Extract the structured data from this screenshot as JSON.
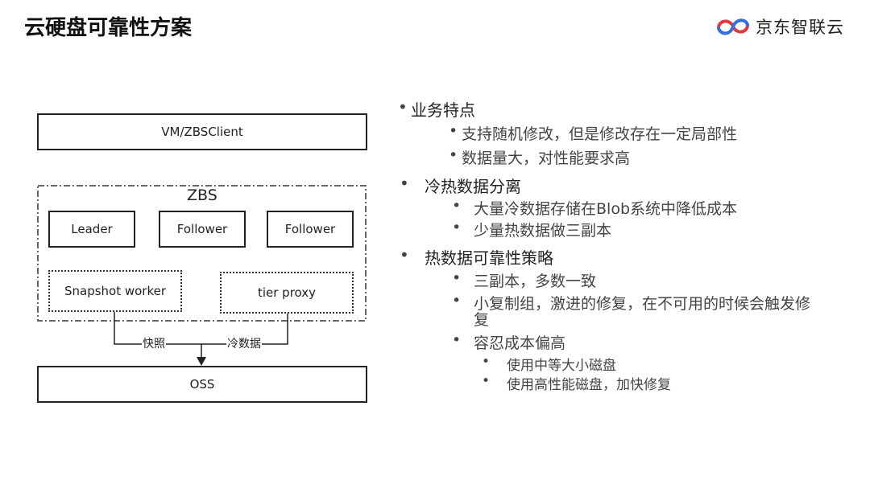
{
  "title": "云硬盘可靠性方案",
  "logo": {
    "text": "京东智联云",
    "icon": "jd-cloud-logo-icon"
  },
  "diagram": {
    "client": "VM/ZBSClient",
    "zbs_label": "ZBS",
    "nodes": [
      "Leader",
      "Follower",
      "Follower"
    ],
    "snapshot_worker": "Snapshot worker",
    "tier_proxy": "tier proxy",
    "edge_snapshot": "快照",
    "edge_cold": "冷数据",
    "oss": "OSS"
  },
  "bullets": {
    "b1": "业务特点",
    "b1_1": "支持随机修改，但是修改存在一定局部性",
    "b1_2": "数据量大，对性能要求高",
    "b2": "冷热数据分离",
    "b2_1": "大量冷数据存储在Blob系统中降低成本",
    "b2_2": "少量热数据做三副本",
    "b3": "热数据可靠性策略",
    "b3_1": "三副本，多数一致",
    "b3_2a": "小复制组，激进的修复，在不可用的时候会触发修",
    "b3_2b": "复",
    "b3_3": "容忍成本偏高",
    "b3_3_1": "使用中等大小磁盘",
    "b3_3_2": "使用高性能磁盘，加快修复"
  }
}
